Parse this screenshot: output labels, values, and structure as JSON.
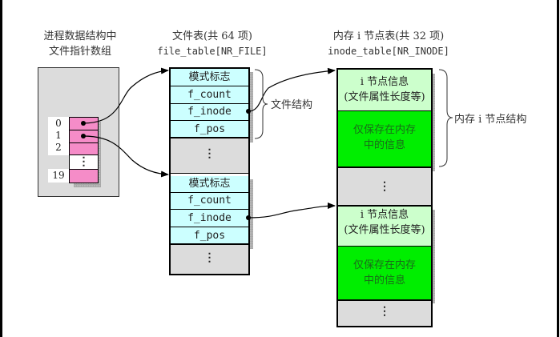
{
  "proc": {
    "title_line1": "进程数据结构中",
    "title_line2": "文件指针数组",
    "indices": [
      "0",
      "1",
      "2",
      "19"
    ],
    "ellipsis": "⋮",
    "colors": {
      "cell": "#f58cc8",
      "box": "#dcdcdc"
    }
  },
  "file_table": {
    "title_line1": "文件表(共 64 项)",
    "title_line2": "file_table[NR_FILE]",
    "fields": [
      "模式标志",
      "f_count",
      "f_inode",
      "f_pos"
    ],
    "ellipsis": "⋮",
    "brace_label": "文件结构",
    "colors": {
      "field": "#ccffff"
    }
  },
  "inode_table": {
    "title_line1": "内存 i 节点表(共 32 项)",
    "title_line2": "inode_table[NR_INODE]",
    "info_line1": "i 节点信息",
    "info_line2": "(文件属性长度等)",
    "mem_line1": "仅保存在内存",
    "mem_line2": "中的信息",
    "ellipsis": "⋮",
    "brace_label": "内存 i 节点结构",
    "colors": {
      "info": "#ccffcc",
      "mem": "#00ee00"
    }
  }
}
